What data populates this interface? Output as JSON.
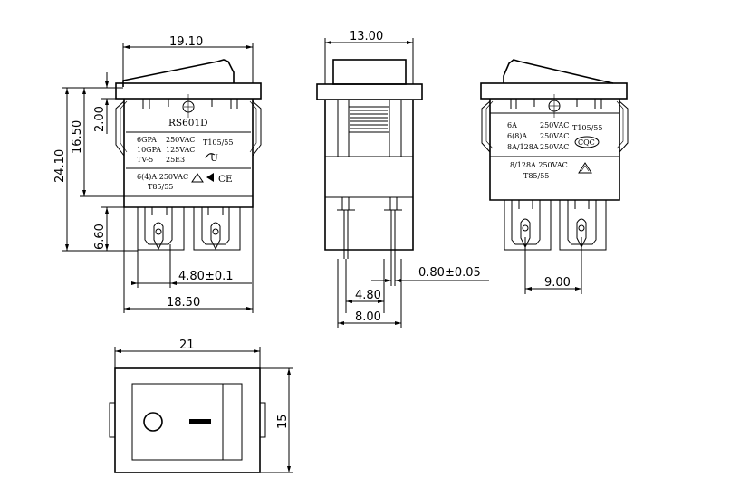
{
  "dimensions": {
    "left_width": "19.10",
    "left_height_total": "24.10",
    "left_height_body": "16.50",
    "left_offset": "2.00",
    "left_pin_length": "6.60",
    "left_pin_width": "4.80±0.1",
    "left_bottom_width": "18.50",
    "side_width": "13.00",
    "side_pin_thickness": "0.80±0.05",
    "side_pin_spacing": "4.80",
    "side_bottom_width": "8.00",
    "right_pin_pitch": "9.00",
    "top_width": "21",
    "top_height": "15"
  },
  "left_labels": {
    "model": "RS601D",
    "l1a": "6GPA",
    "l1b": "250VAC",
    "l1c": "T105/55",
    "l2a": "10GPA",
    "l2b": "125VAC",
    "l3a": "TV-5",
    "l3b": "25E3",
    "l4": "6(4)A 250VAC",
    "l5": "T85/55",
    "ul_mark": "U",
    "ce_mark": "CE"
  },
  "right_labels": {
    "r1a": "6A",
    "r1b": "250VAC",
    "r1c": "T105/55",
    "r2a": "6(8)A",
    "r2b": "250VAC",
    "r3a": "8A/128A",
    "r3b": "250VAC",
    "r4": "8/128A 250VAC",
    "r5": "T85/55",
    "cqc_mark": "CQC"
  },
  "top_view": {
    "off_symbol": "O",
    "on_symbol": "I"
  }
}
